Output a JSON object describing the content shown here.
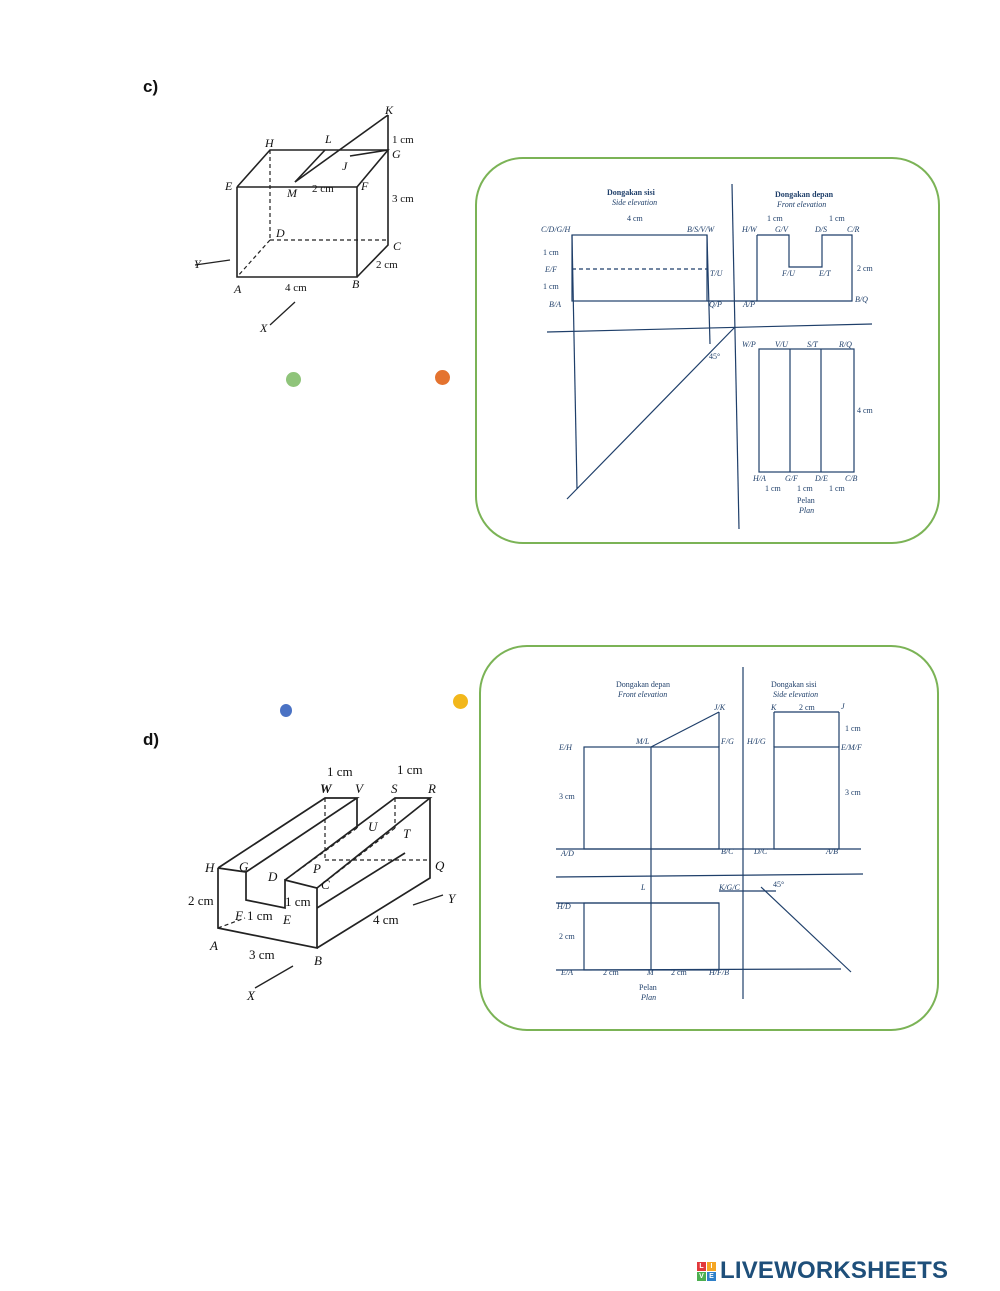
{
  "questions": {
    "c": {
      "label": "c)",
      "solid": {
        "vertices": [
          "K",
          "H",
          "L",
          "G",
          "E",
          "M",
          "J",
          "F",
          "D",
          "C",
          "Y",
          "A",
          "B",
          "X"
        ],
        "dims": [
          "1 cm",
          "2 cm",
          "3 cm",
          "2 cm",
          "4 cm"
        ]
      },
      "dots": [
        {
          "color": "#8fc47a"
        },
        {
          "color": "#e4732f"
        }
      ],
      "answer": {
        "side_title": "Dongakan sisi",
        "side_title_en": "Side elevation",
        "front_title": "Dongakan depan",
        "front_title_en": "Front elevation",
        "plan_title": "Pelan",
        "plan_title_en": "Plan",
        "labels": [
          "4 cm",
          "C/D/G/H",
          "B/S/V/W",
          "H/W",
          "G/V",
          "D/S",
          "C/R",
          "1 cm",
          "1 cm",
          "1 cm",
          "E/F",
          "T/U",
          "F/U",
          "E/T",
          "2 cm",
          "1 cm",
          "B/A",
          "Q/P",
          "A/P",
          "B/Q",
          "W/P",
          "V/U",
          "S/T",
          "R/Q",
          "45°",
          "4 cm",
          "H/A",
          "G/F",
          "D/E",
          "C/B",
          "1 cm",
          "1 cm",
          "1 cm"
        ]
      }
    },
    "d": {
      "label": "d)",
      "solid": {
        "vertices": [
          "W",
          "V",
          "S",
          "R",
          "U",
          "T",
          "H",
          "G",
          "D",
          "P",
          "Q",
          "C",
          "F",
          "E",
          "A",
          "B",
          "Y",
          "X"
        ],
        "dims": [
          "1 cm",
          "1 cm",
          "2 cm",
          "1 cm",
          "1 cm",
          "4 cm",
          "3 cm"
        ]
      },
      "dots": [
        {
          "color": "#4a72c4"
        },
        {
          "color": "#f2b71b"
        }
      ],
      "answer": {
        "front_title": "Dongakan depan",
        "front_title_en": "Front elevation",
        "side_title": "Dongakan sisi",
        "side_title_en": "Side elevation",
        "plan_title": "Pelan",
        "plan_title_en": "Plan",
        "labels": [
          "J/K",
          "K",
          "2 cm",
          "J",
          "1 cm",
          "E/H",
          "M/L",
          "F/G",
          "H/I/G",
          "E/M/F",
          "3 cm",
          "3 cm",
          "A/D",
          "B/C",
          "D/C",
          "A/B",
          "L",
          "K/G/C",
          "45°",
          "H/D",
          "2 cm",
          "E/A",
          "2 cm",
          "M",
          "2 cm",
          "H/F/B"
        ]
      }
    }
  },
  "brand": {
    "text": "LIVEWORKSHEETS",
    "tiles": [
      "L",
      "I",
      "V",
      "E"
    ]
  }
}
